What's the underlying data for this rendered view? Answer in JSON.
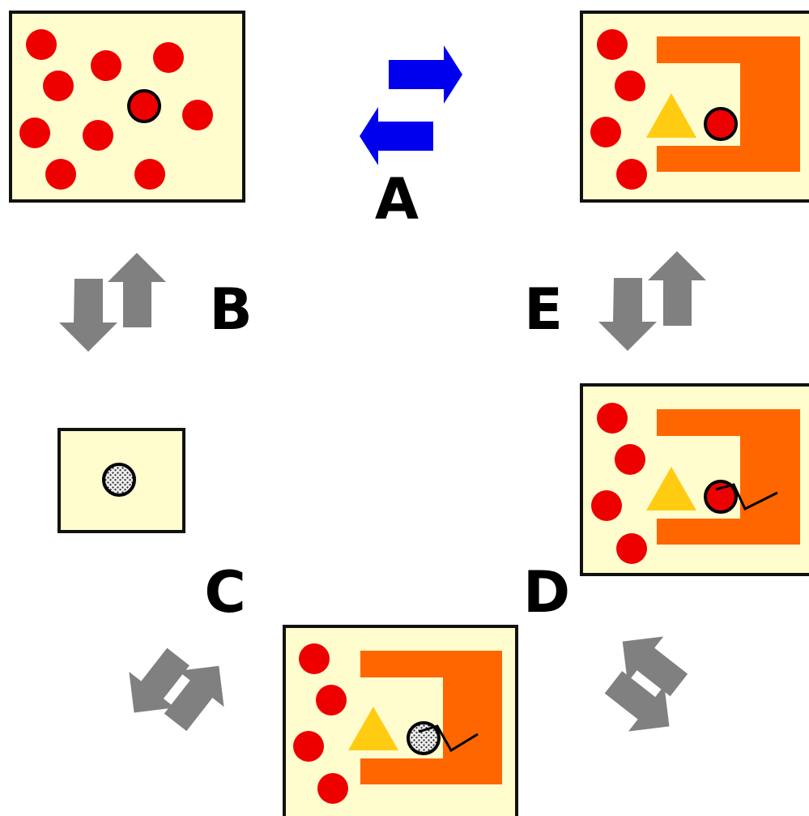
{
  "labels": {
    "a": "A",
    "b": "B",
    "c": "C",
    "d": "D",
    "e": "E"
  },
  "colors": {
    "panel_fill": "#FFFCCD",
    "panel_border": "#111111",
    "ball_red": "#EE0000",
    "dotted_ball": "#DDDDDD",
    "orange_pocket": "#FF6600",
    "yellow_triangle": "#FFCC11",
    "blue_arrow": "#0000EE",
    "gray_arrow": "#808080"
  },
  "icons": {
    "arrows_a": "blue-double-arrow-icon",
    "arrows_gray": "gray-double-arrow-icon",
    "triangle": "yellow-triangle-icon",
    "pocket": "orange-c-shape-icon"
  }
}
